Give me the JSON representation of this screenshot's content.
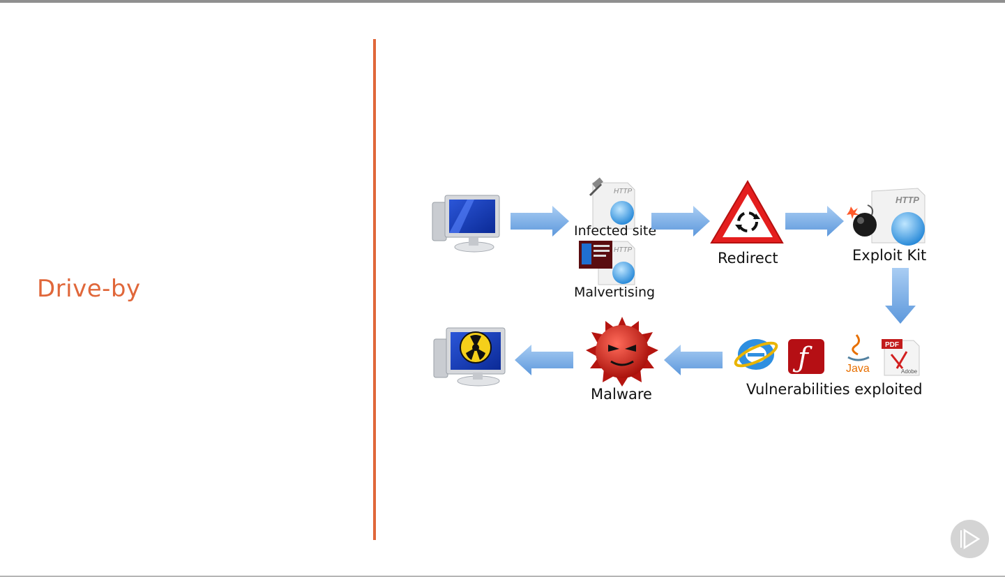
{
  "slide": {
    "title": "Drive-by",
    "accent": "#e0673a"
  },
  "diagram": {
    "labels": {
      "infected_site": "Infected site",
      "malvertising": "Malvertising",
      "redirect": "Redirect",
      "exploit_kit": "Exploit Kit",
      "vulnerabilities": "Vulnerabilities exploited",
      "malware": "Malware"
    },
    "doc_tag": "HTTP",
    "pdf_tag": "PDF",
    "adobe_tag": "Adobe",
    "java_tag": "Java",
    "arrow_color": "#7fb1e8"
  },
  "controls": {
    "play_icon": "play-icon"
  }
}
